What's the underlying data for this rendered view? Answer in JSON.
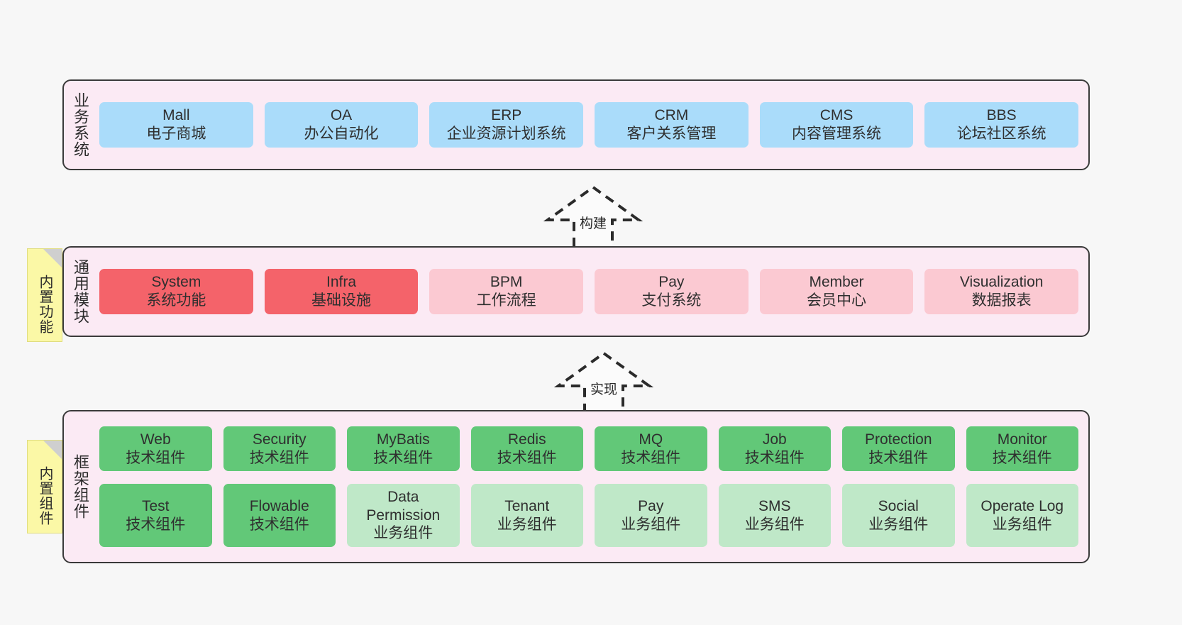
{
  "diagram": {
    "background_color": "#f7f7f7",
    "panel_color": "#fbeaf4",
    "panel_border_color": "#3a3a3a"
  },
  "layers": [
    {
      "id": "business-system",
      "title": "业务系统",
      "note": null,
      "rows": [
        {
          "cells": [
            {
              "en": "Mall",
              "cn": "电子商城",
              "color": "#aadcfa",
              "variant": "c-blue"
            },
            {
              "en": "OA",
              "cn": "办公自动化",
              "color": "#aadcfa",
              "variant": "c-blue"
            },
            {
              "en": "ERP",
              "cn": "企业资源计划系统",
              "color": "#aadcfa",
              "variant": "c-blue"
            },
            {
              "en": "CRM",
              "cn": "客户关系管理",
              "color": "#aadcfa",
              "variant": "c-blue"
            },
            {
              "en": "CMS",
              "cn": "内容管理系统",
              "color": "#aadcfa",
              "variant": "c-blue"
            },
            {
              "en": "BBS",
              "cn": "论坛社区系统",
              "color": "#aadcfa",
              "variant": "c-blue"
            }
          ]
        }
      ]
    },
    {
      "id": "common-module",
      "title": "通用模块",
      "note": "内置功能",
      "rows": [
        {
          "cells": [
            {
              "en": "System",
              "cn": "系统功能",
              "color": "#f4636a",
              "variant": "c-red-strong"
            },
            {
              "en": "Infra",
              "cn": "基础设施",
              "color": "#f4636a",
              "variant": "c-red-strong"
            },
            {
              "en": "BPM",
              "cn": "工作流程",
              "color": "#fbc9d2",
              "variant": "c-red-light"
            },
            {
              "en": "Pay",
              "cn": "支付系统",
              "color": "#fbc9d2",
              "variant": "c-red-light"
            },
            {
              "en": "Member",
              "cn": "会员中心",
              "color": "#fbc9d2",
              "variant": "c-red-light"
            },
            {
              "en": "Visualization",
              "cn": "数据报表",
              "color": "#fbc9d2",
              "variant": "c-red-light"
            }
          ]
        }
      ]
    },
    {
      "id": "framework-component",
      "title": "框架组件",
      "note": "内置组件",
      "rows": [
        {
          "cells": [
            {
              "en": "Web",
              "cn": "技术组件",
              "color": "#62c878",
              "variant": "c-green-strong"
            },
            {
              "en": "Security",
              "cn": "技术组件",
              "color": "#62c878",
              "variant": "c-green-strong"
            },
            {
              "en": "MyBatis",
              "cn": "技术组件",
              "color": "#62c878",
              "variant": "c-green-strong"
            },
            {
              "en": "Redis",
              "cn": "技术组件",
              "color": "#62c878",
              "variant": "c-green-strong"
            },
            {
              "en": "MQ",
              "cn": "技术组件",
              "color": "#62c878",
              "variant": "c-green-strong"
            },
            {
              "en": "Job",
              "cn": "技术组件",
              "color": "#62c878",
              "variant": "c-green-strong"
            },
            {
              "en": "Protection",
              "cn": "技术组件",
              "color": "#62c878",
              "variant": "c-green-strong"
            },
            {
              "en": "Monitor",
              "cn": "技术组件",
              "color": "#62c878",
              "variant": "c-green-strong"
            }
          ]
        },
        {
          "cells": [
            {
              "en": "Test",
              "cn": "技术组件",
              "color": "#62c878",
              "variant": "c-green-strong"
            },
            {
              "en": "Flowable",
              "cn": "技术组件",
              "color": "#62c878",
              "variant": "c-green-strong"
            },
            {
              "en": "Data Permission",
              "cn": "业务组件",
              "color": "#bfe8c8",
              "variant": "c-green-light"
            },
            {
              "en": "Tenant",
              "cn": "业务组件",
              "color": "#bfe8c8",
              "variant": "c-green-light"
            },
            {
              "en": "Pay",
              "cn": "业务组件",
              "color": "#bfe8c8",
              "variant": "c-green-light"
            },
            {
              "en": "SMS",
              "cn": "业务组件",
              "color": "#bfe8c8",
              "variant": "c-green-light"
            },
            {
              "en": "Social",
              "cn": "业务组件",
              "color": "#bfe8c8",
              "variant": "c-green-light"
            },
            {
              "en": "Operate Log",
              "cn": "业务组件",
              "color": "#bfe8c8",
              "variant": "c-green-light"
            }
          ]
        }
      ]
    }
  ],
  "arrows": [
    {
      "id": "build-arrow",
      "label": "构建"
    },
    {
      "id": "implement-arrow",
      "label": "实现"
    }
  ]
}
